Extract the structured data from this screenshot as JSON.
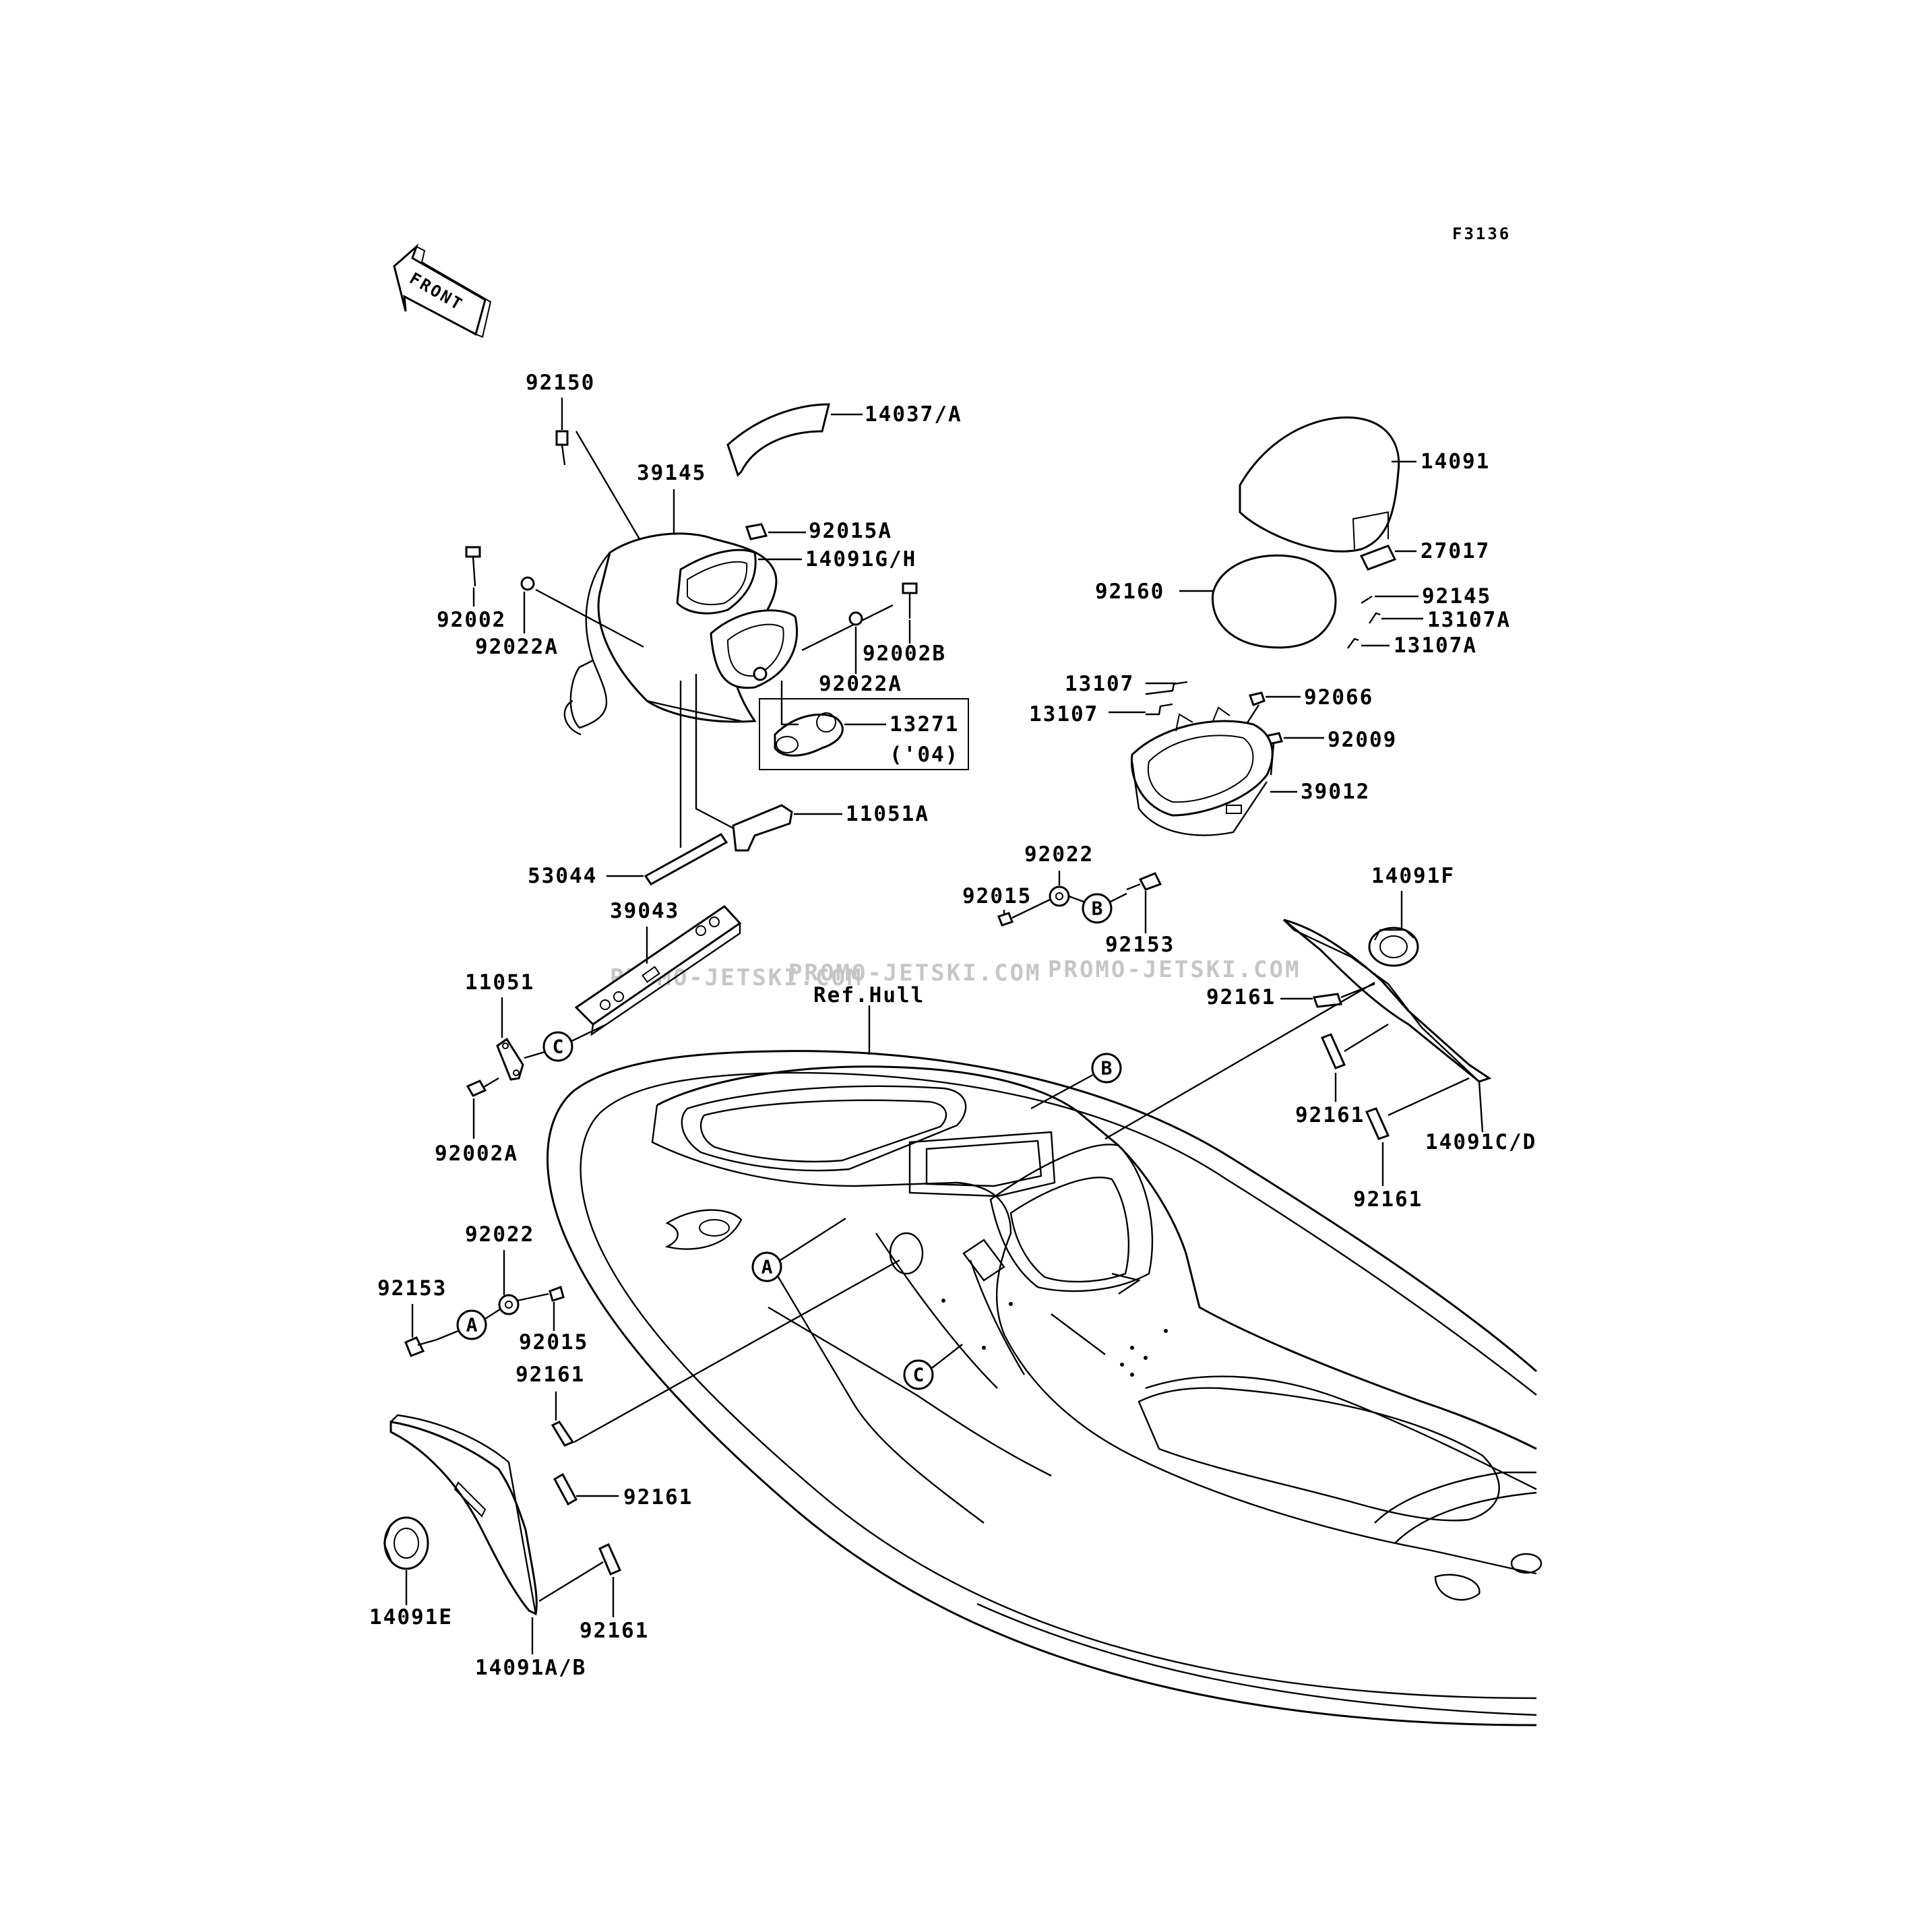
{
  "figure_code": "F3136",
  "front_arrow_label": "FRONT",
  "watermark": "PROMO-JETSKI.COM",
  "ref_label": "Ref.Hull",
  "callouts": {
    "A": "A",
    "B": "B",
    "C": "C"
  },
  "parts": {
    "p92150": "92150",
    "p14037A": "14037/A",
    "p39145": "39145",
    "p92015A": "92015A",
    "p14091GH": "14091G/H",
    "p92002": "92002",
    "p92022A_left": "92022A",
    "p92002B": "92002B",
    "p92022A_right": "92022A",
    "p13271": "13271",
    "p13271_note": "('04)",
    "p11051A": "11051A",
    "p53044": "53044",
    "p39043": "39043",
    "p11051": "11051",
    "p92002A": "92002A",
    "p14091": "14091",
    "p27017": "27017",
    "p92160": "92160",
    "p92145": "92145",
    "p13107A_1": "13107A",
    "p13107A_2": "13107A",
    "p13107_1": "13107",
    "p13107_2": "13107",
    "p92066": "92066",
    "p92009": "92009",
    "p39012": "39012",
    "p92022_mid": "92022",
    "p92015_mid": "92015",
    "p92153_mid": "92153",
    "p14091F": "14091F",
    "p92161_r1": "92161",
    "p92161_r2": "92161",
    "p92161_r3": "92161",
    "p14091CD": "14091C/D",
    "p92022_low": "92022",
    "p92153_low": "92153",
    "p92015_low": "92015",
    "p92161_l1": "92161",
    "p92161_l2": "92161",
    "p92161_l3": "92161",
    "p14091E": "14091E",
    "p14091AB": "14091A/B"
  }
}
